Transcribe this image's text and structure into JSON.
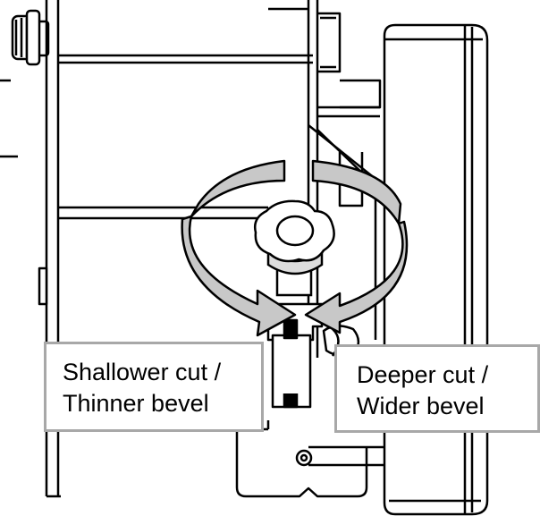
{
  "labels": {
    "left": {
      "line1": "Shallower cut /",
      "line2": "Thinner bevel"
    },
    "right": {
      "line1": "Deeper cut /",
      "line2": "Wider bevel"
    }
  },
  "colors": {
    "arrow_fill": "#c8c8c8",
    "box_border": "#a8a8a8",
    "line": "#000000"
  },
  "icons": [
    "rotation-arrow-icon",
    "knob-icon"
  ]
}
